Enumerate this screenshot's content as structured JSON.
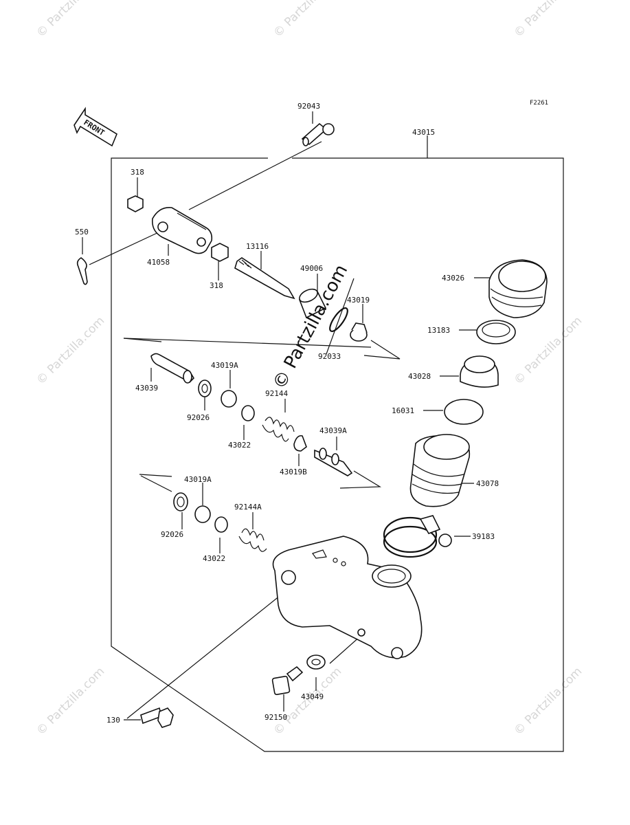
{
  "figure_code": "F2261",
  "front_label": "FRONT",
  "watermark_center": "© Partzilla.com",
  "watermark_small": "© Partzilla.com",
  "parts": {
    "p92043": "92043",
    "p43015": "43015",
    "p318a": "318",
    "p550": "550",
    "p41058": "41058",
    "p318b": "318",
    "p13116": "13116",
    "p49006": "49006",
    "p43019": "43019",
    "p92033": "92033",
    "p43026": "43026",
    "p13183": "13183",
    "p43028": "43028",
    "p16031": "16031",
    "p43078": "43078",
    "p39183": "39183",
    "p43039": "43039",
    "p43019A_a": "43019A",
    "p92026_a": "92026",
    "p92144": "92144",
    "p43022_a": "43022",
    "p43039A": "43039A",
    "p43019B": "43019B",
    "p43019A_b": "43019A",
    "p92026_b": "92026",
    "p92144A": "92144A",
    "p43022_b": "43022",
    "p130": "130",
    "p43049": "43049",
    "p92150": "92150"
  }
}
